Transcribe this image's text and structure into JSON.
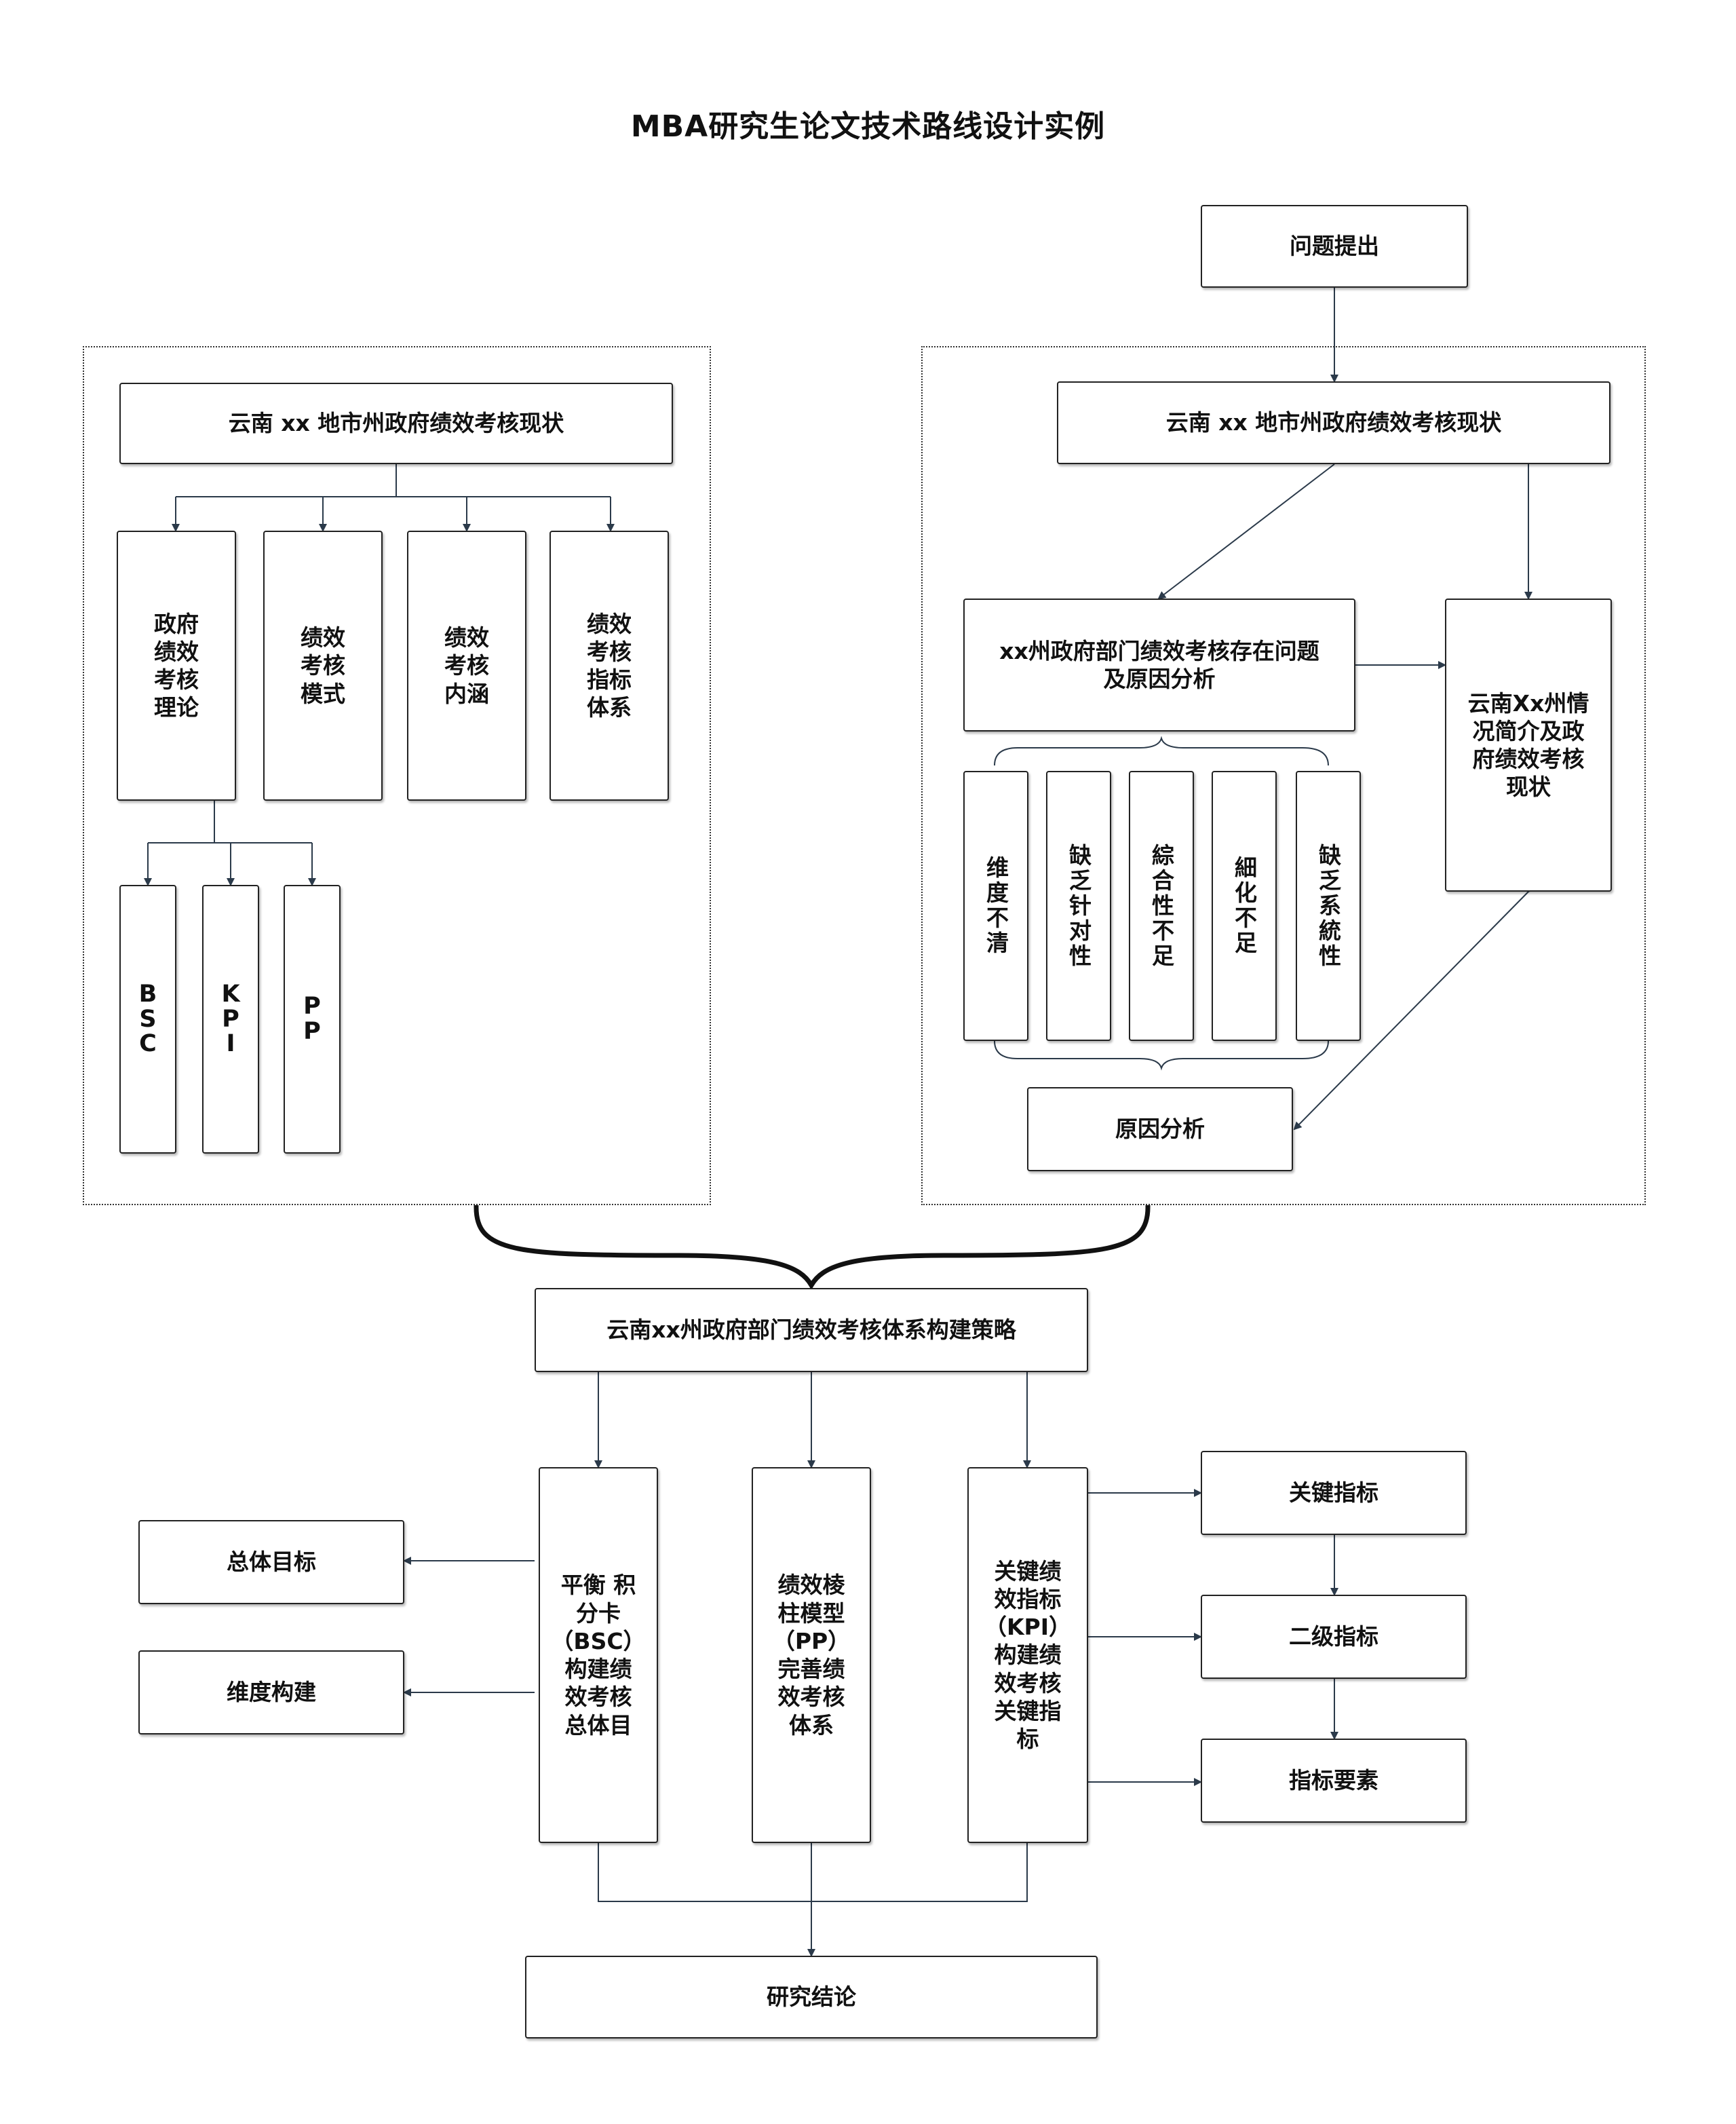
{
  "title": "MBA研究生论文技术路线设计实例",
  "left_panel": {
    "header": "云南 xx 地市州政府绩效考核现状",
    "branches": [
      "政府\n绩效\n考核\n理论",
      "绩效\n考核\n模式",
      "绩效\n考核\n内涵",
      "绩效\n考核\n指标\n体系"
    ],
    "methods": [
      "B\nS\nC",
      "K\nP\nI",
      "P\nP"
    ]
  },
  "right_panel": {
    "top": "问题提出",
    "header": "云南 xx 地市州政府绩效考核现状",
    "problem": "xx州政府部门绩效考核存在问题\n及原因分析",
    "status": "云南Xx州情\n况简介及政\n府绩效考核\n现状",
    "issues": [
      "维度不清",
      "缺乏针对性",
      "綜合性不足",
      "細化不足",
      "缺乏系統性"
    ],
    "cause": "原因分析"
  },
  "strategy": "云南xx州政府部门绩效考核体系构建策略",
  "pillars": [
    "平衡 积\n分卡\n（BSC）\n构建绩\n效考核\n总体目",
    "绩效棱\n柱模型\n（PP）\n完善绩\n效考核\n体系",
    "关键绩\n效指标\n（KPI）\n构建绩\n效考核\n关键指\n标"
  ],
  "left_outputs": [
    "总体目标",
    "维度构建"
  ],
  "right_outputs": [
    "关键指标",
    "二级指标",
    "指标要素"
  ],
  "conclusion": "研究结论",
  "colors": {
    "line": "#2b3a4a",
    "border": "#222222",
    "background": "#ffffff"
  }
}
